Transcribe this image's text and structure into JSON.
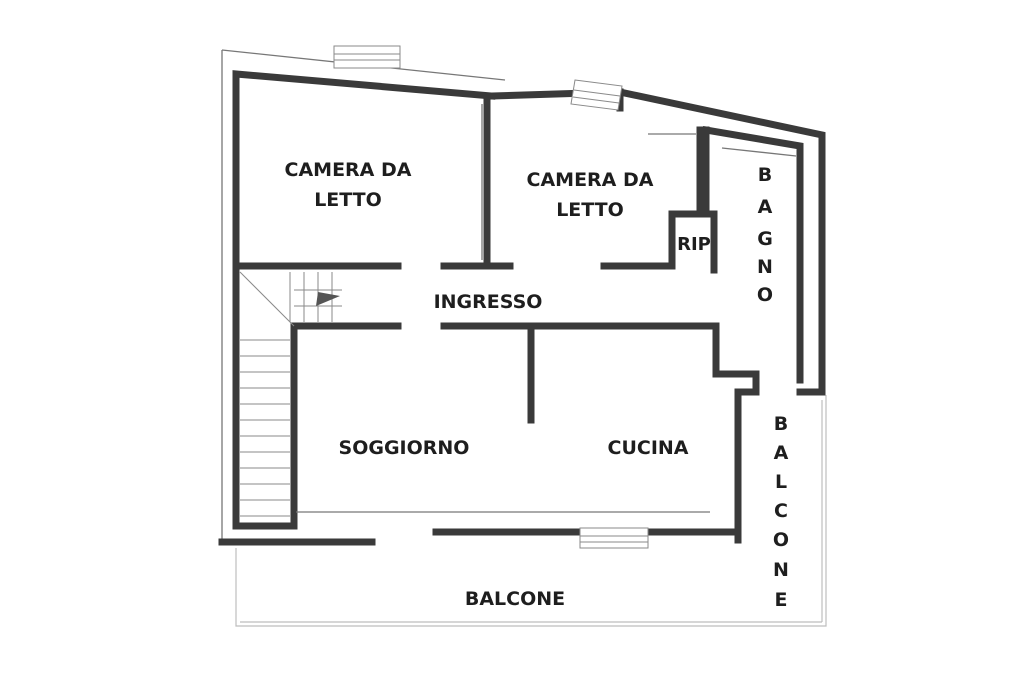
{
  "rooms": {
    "bedroom_1": {
      "line1": "CAMERA DA",
      "line2": "LETTO"
    },
    "bedroom_2": {
      "line1": "CAMERA DA",
      "line2": "LETTO"
    },
    "storage": "RIP",
    "bathroom": [
      "B",
      "A",
      "G",
      "N",
      "O"
    ],
    "entrance": "INGRESSO",
    "living_room": "SOGGIORNO",
    "kitchen": "CUCINA",
    "balcony_bottom": "BALCONE",
    "balcony_side": [
      "B",
      "A",
      "L",
      "C",
      "O",
      "N",
      "E"
    ]
  },
  "colors": {
    "wall": "#3a3a3a",
    "text": "#1e1e1e",
    "background": "#ffffff"
  }
}
